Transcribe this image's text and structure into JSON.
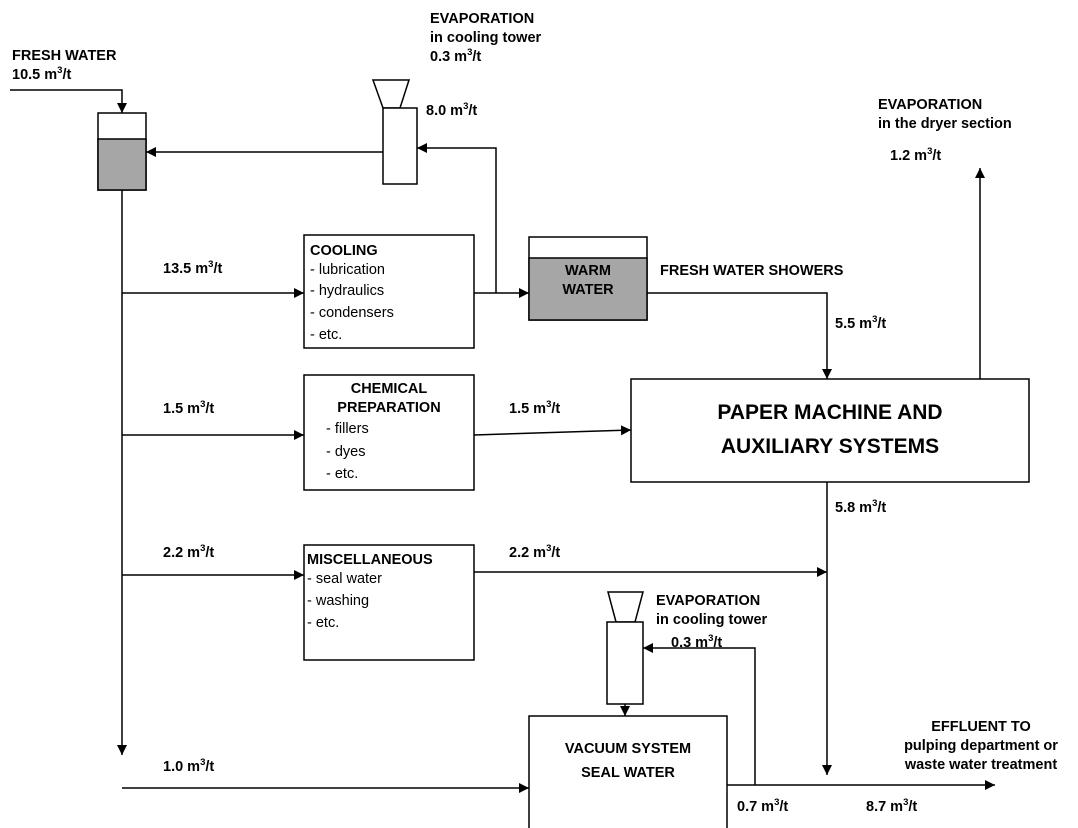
{
  "unit_sup": "3",
  "fresh_water": {
    "title": "FRESH WATER",
    "value": "10.5 m",
    "unit_tail": "/t"
  },
  "evap_tower_top": {
    "line1": "EVAPORATION",
    "line2": "in cooling tower",
    "value": "0.3 m",
    "unit_tail": "/t"
  },
  "tower_return": {
    "value": "8.0 m",
    "unit_tail": "/t"
  },
  "evap_dryer": {
    "line1": "EVAPORATION",
    "line2": "in the dryer section",
    "value": "1.2 m",
    "unit_tail": "/t"
  },
  "cooling": {
    "flow_in": {
      "value": "13.5 m",
      "unit_tail": "/t"
    },
    "title": "COOLING",
    "items": [
      "- lubrication",
      "- hydraulics",
      "- condensers",
      "- etc."
    ]
  },
  "warm_water": {
    "line1": "WARM",
    "line2": "WATER"
  },
  "showers": {
    "title": "FRESH WATER SHOWERS",
    "value": "5.5 m",
    "unit_tail": "/t"
  },
  "chemical": {
    "flow_in": {
      "value": "1.5 m",
      "unit_tail": "/t"
    },
    "title1": "CHEMICAL",
    "title2": "PREPARATION",
    "items": [
      "- fillers",
      "- dyes",
      "- etc."
    ],
    "flow_out": {
      "value": "1.5 m",
      "unit_tail": "/t"
    }
  },
  "paper_machine": {
    "line1": "PAPER MACHINE AND",
    "line2": "AUXILIARY SYSTEMS"
  },
  "pm_out": {
    "value": "5.8 m",
    "unit_tail": "/t"
  },
  "misc": {
    "flow_in": {
      "value": "2.2 m",
      "unit_tail": "/t"
    },
    "title": "MISCELLANEOUS",
    "items": [
      "- seal water",
      "- washing",
      "- etc."
    ],
    "flow_out": {
      "value": "2.2 m",
      "unit_tail": "/t"
    }
  },
  "evap_tower_bottom": {
    "line1": "EVAPORATION",
    "line2": "in cooling tower",
    "value": "0.3 m",
    "unit_tail": "/t"
  },
  "vacuum": {
    "flow_in": {
      "value": "1.0 m",
      "unit_tail": "/t"
    },
    "line1": "VACUUM SYSTEM",
    "line2": "SEAL WATER",
    "flow_out": {
      "value": "0.7 m",
      "unit_tail": "/t"
    }
  },
  "effluent": {
    "line1": "EFFLUENT TO",
    "line2": "pulping department or",
    "line3": "waste water treatment",
    "value": "8.7 m",
    "unit_tail": "/t"
  },
  "colors": {
    "line": "#000000",
    "tank_fill": "#a6a6a6",
    "background": "#ffffff"
  }
}
